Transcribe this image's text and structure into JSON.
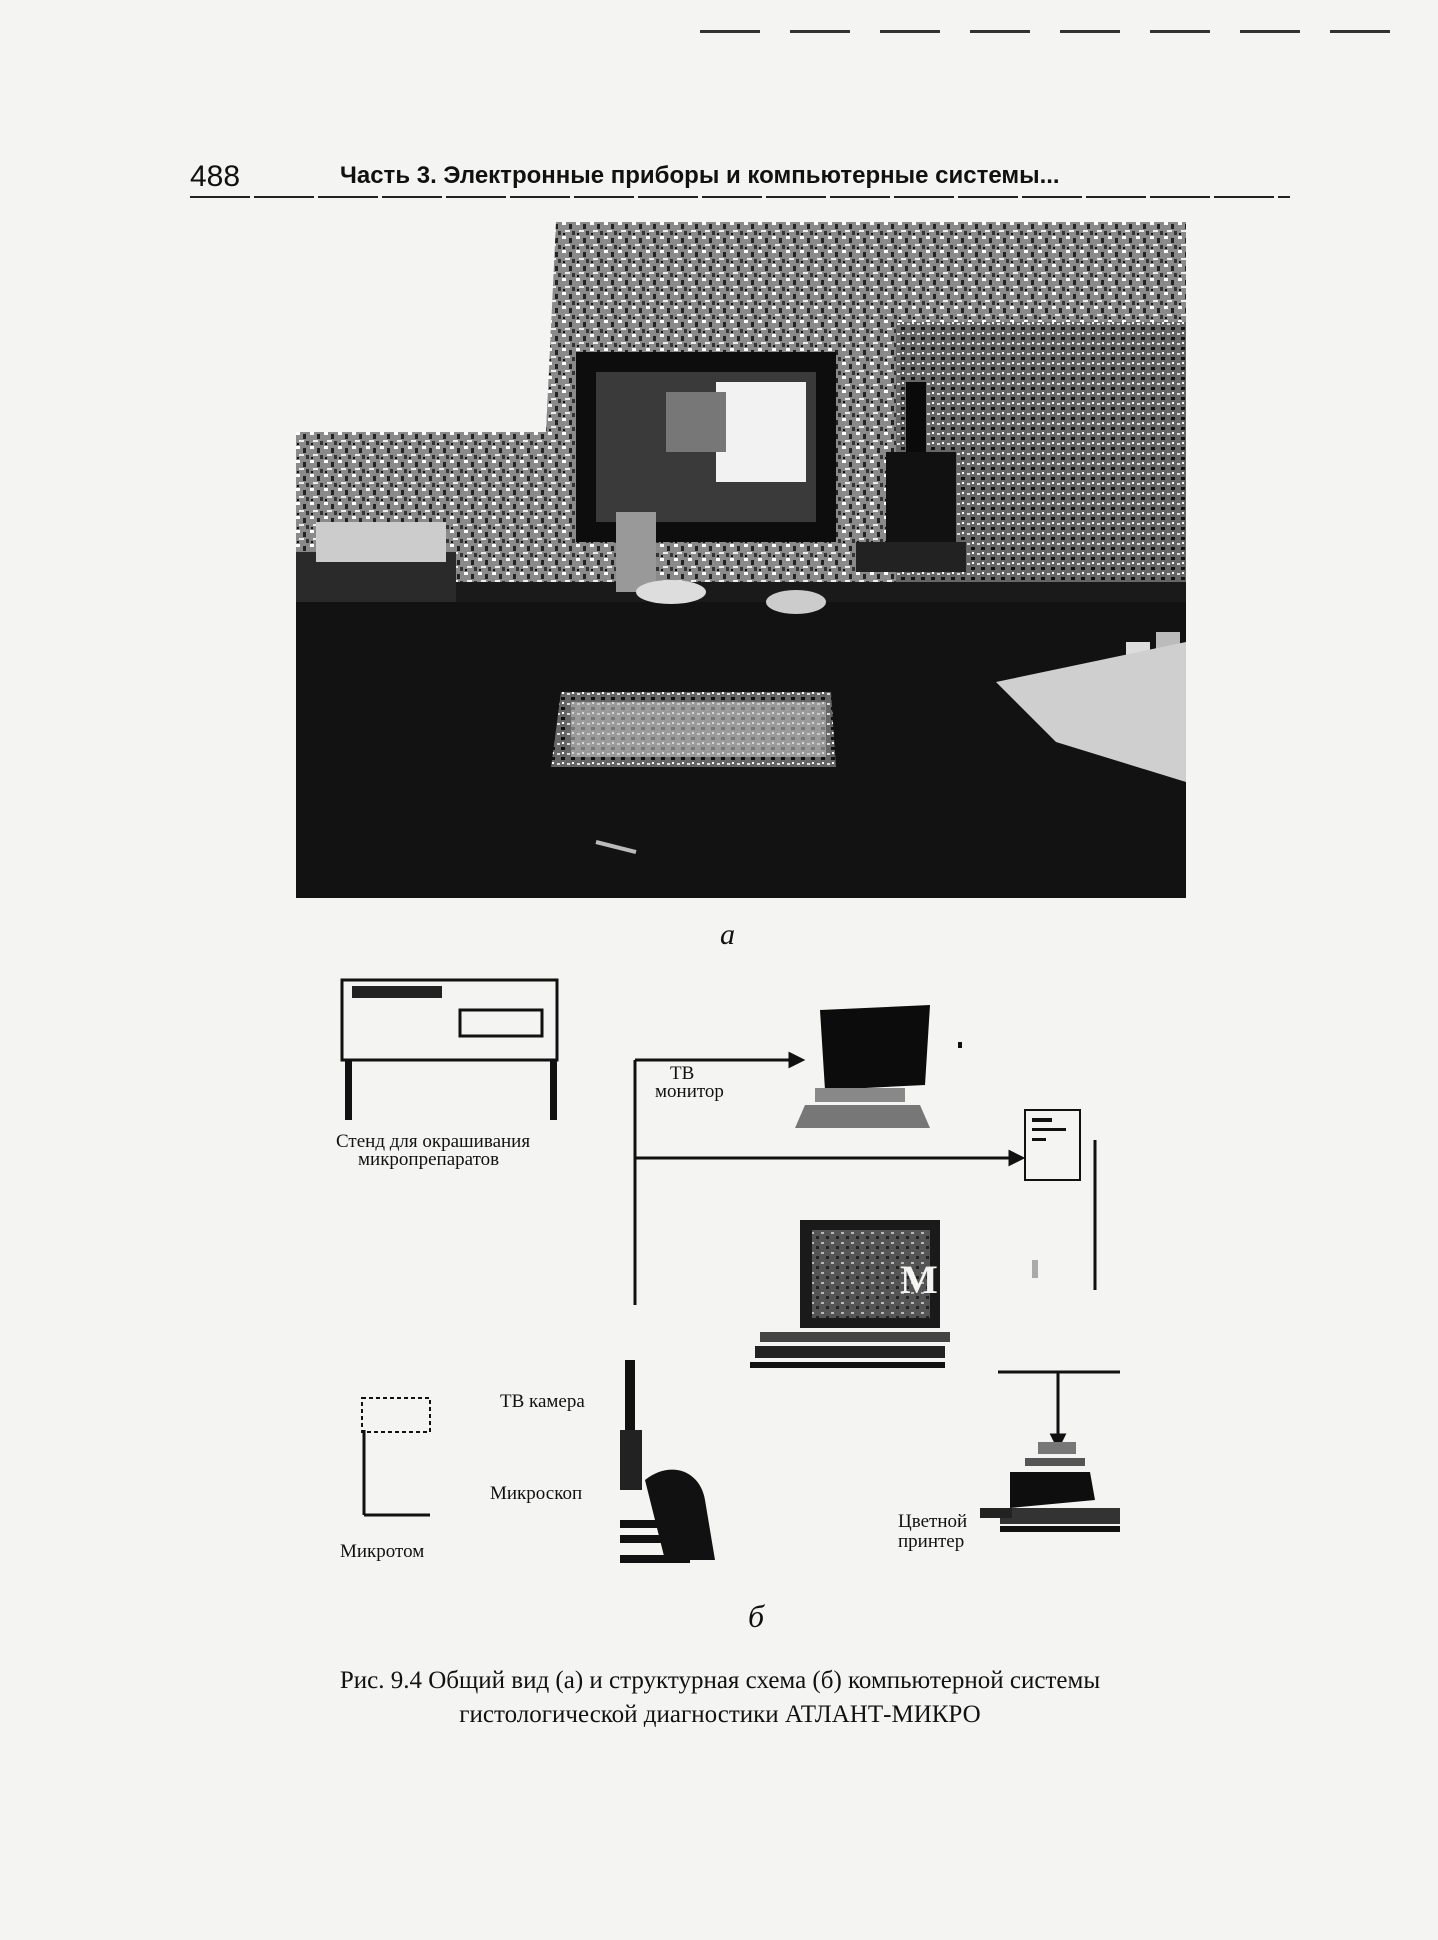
{
  "header": {
    "page_number": "488",
    "running_title": "Часть 3. Электронные приборы и компьютерные системы..."
  },
  "figure": {
    "label_a": "а",
    "label_b": "б",
    "diagram": {
      "stand_label_line1": "Стенд для окрашивания",
      "stand_label_line2": "микропрепаратов",
      "tv_monitor_line1": "ТВ",
      "tv_monitor_line2": "монитор",
      "tv_camera": "ТВ камера",
      "microscope": "Микроскоп",
      "microtome": "Микротом",
      "printer_line1": "Цветной",
      "printer_line2": "принтер",
      "screen_text": "M"
    },
    "caption_line1": "Рис. 9.4 Общий вид (а) и структурная схема (б) компьютерной системы",
    "caption_line2": "гистологической диагностики АТЛАНТ-МИКРО"
  }
}
